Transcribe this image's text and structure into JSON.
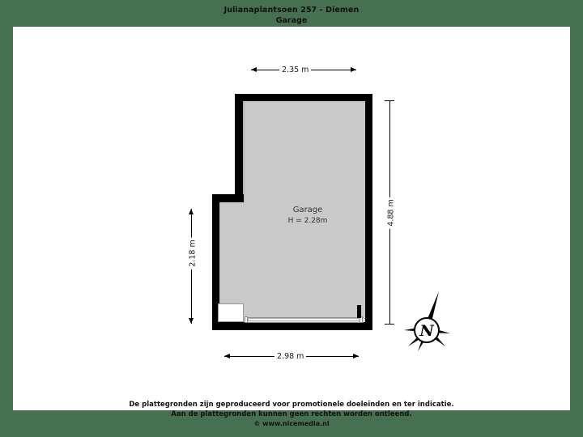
{
  "header": {
    "title": "Julianaplantsoen 257 - Diemen",
    "subtitle": "Garage"
  },
  "room": {
    "name": "Garage",
    "height_label": "H = 2.28m"
  },
  "dimensions": {
    "top": "2.35 m",
    "right": "4.88 m",
    "left": "2.18 m",
    "bottom": "2.98 m"
  },
  "compass": {
    "north_label": "N",
    "name": "compass-rose"
  },
  "footer": {
    "line1": "De plattegronden zijn geproduceerd voor promotionele doeleinden en ter indicatie.",
    "line2": "Aan de plattegronden kunnen geen rechten worden ontleend.",
    "line3": "© www.nicemedia.nl"
  },
  "colors": {
    "background": "#477050",
    "canvas": "#ffffff",
    "wall": "#000000",
    "floor": "#c9c9c9",
    "text": "#111111"
  },
  "chart_data": {
    "type": "floorplan",
    "title": "Julianaplantsoen 257 - Diemen",
    "subtitle": "Garage",
    "rooms": [
      {
        "name": "Garage",
        "ceiling_height_m": 2.28
      }
    ],
    "measurements": [
      {
        "edge": "top",
        "value_m": 2.35,
        "label": "2.35 m",
        "orientation": "horizontal"
      },
      {
        "edge": "right",
        "value_m": 4.88,
        "label": "4.88 m",
        "orientation": "vertical"
      },
      {
        "edge": "left",
        "value_m": 2.18,
        "label": "2.18 m",
        "orientation": "vertical"
      },
      {
        "edge": "bottom",
        "value_m": 2.98,
        "label": "2.98 m",
        "orientation": "horizontal"
      }
    ],
    "orientation_marker": "N"
  }
}
